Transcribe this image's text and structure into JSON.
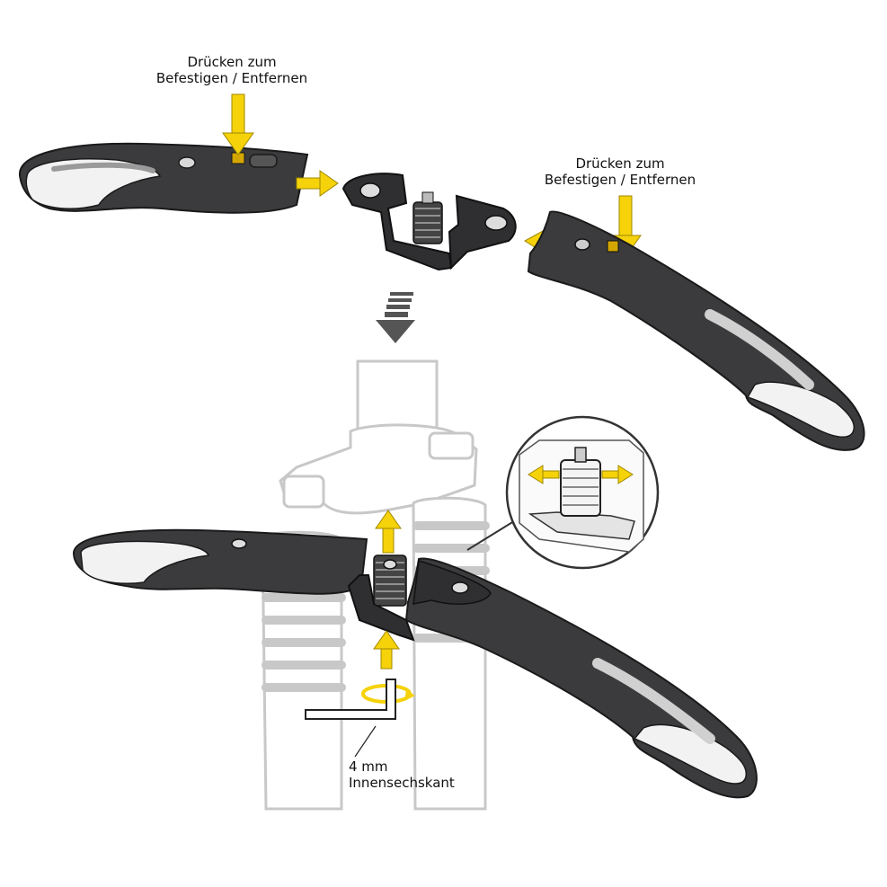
{
  "labels": {
    "press_top_left": {
      "line1": "Drücken zum",
      "line2": "Befestigen / Entfernen"
    },
    "press_top_right": {
      "line1": "Drücken zum",
      "line2": "Befestigen / Entfernen"
    },
    "tool": {
      "line1": "4 mm",
      "line2": "Innensechskant"
    }
  },
  "colors": {
    "arrow_yellow": "#f5d20a",
    "fender_dark": "#3a3a3c",
    "fender_light": "#e6e6e6",
    "outline_grey": "#c8c8c8",
    "ink": "#111111"
  }
}
